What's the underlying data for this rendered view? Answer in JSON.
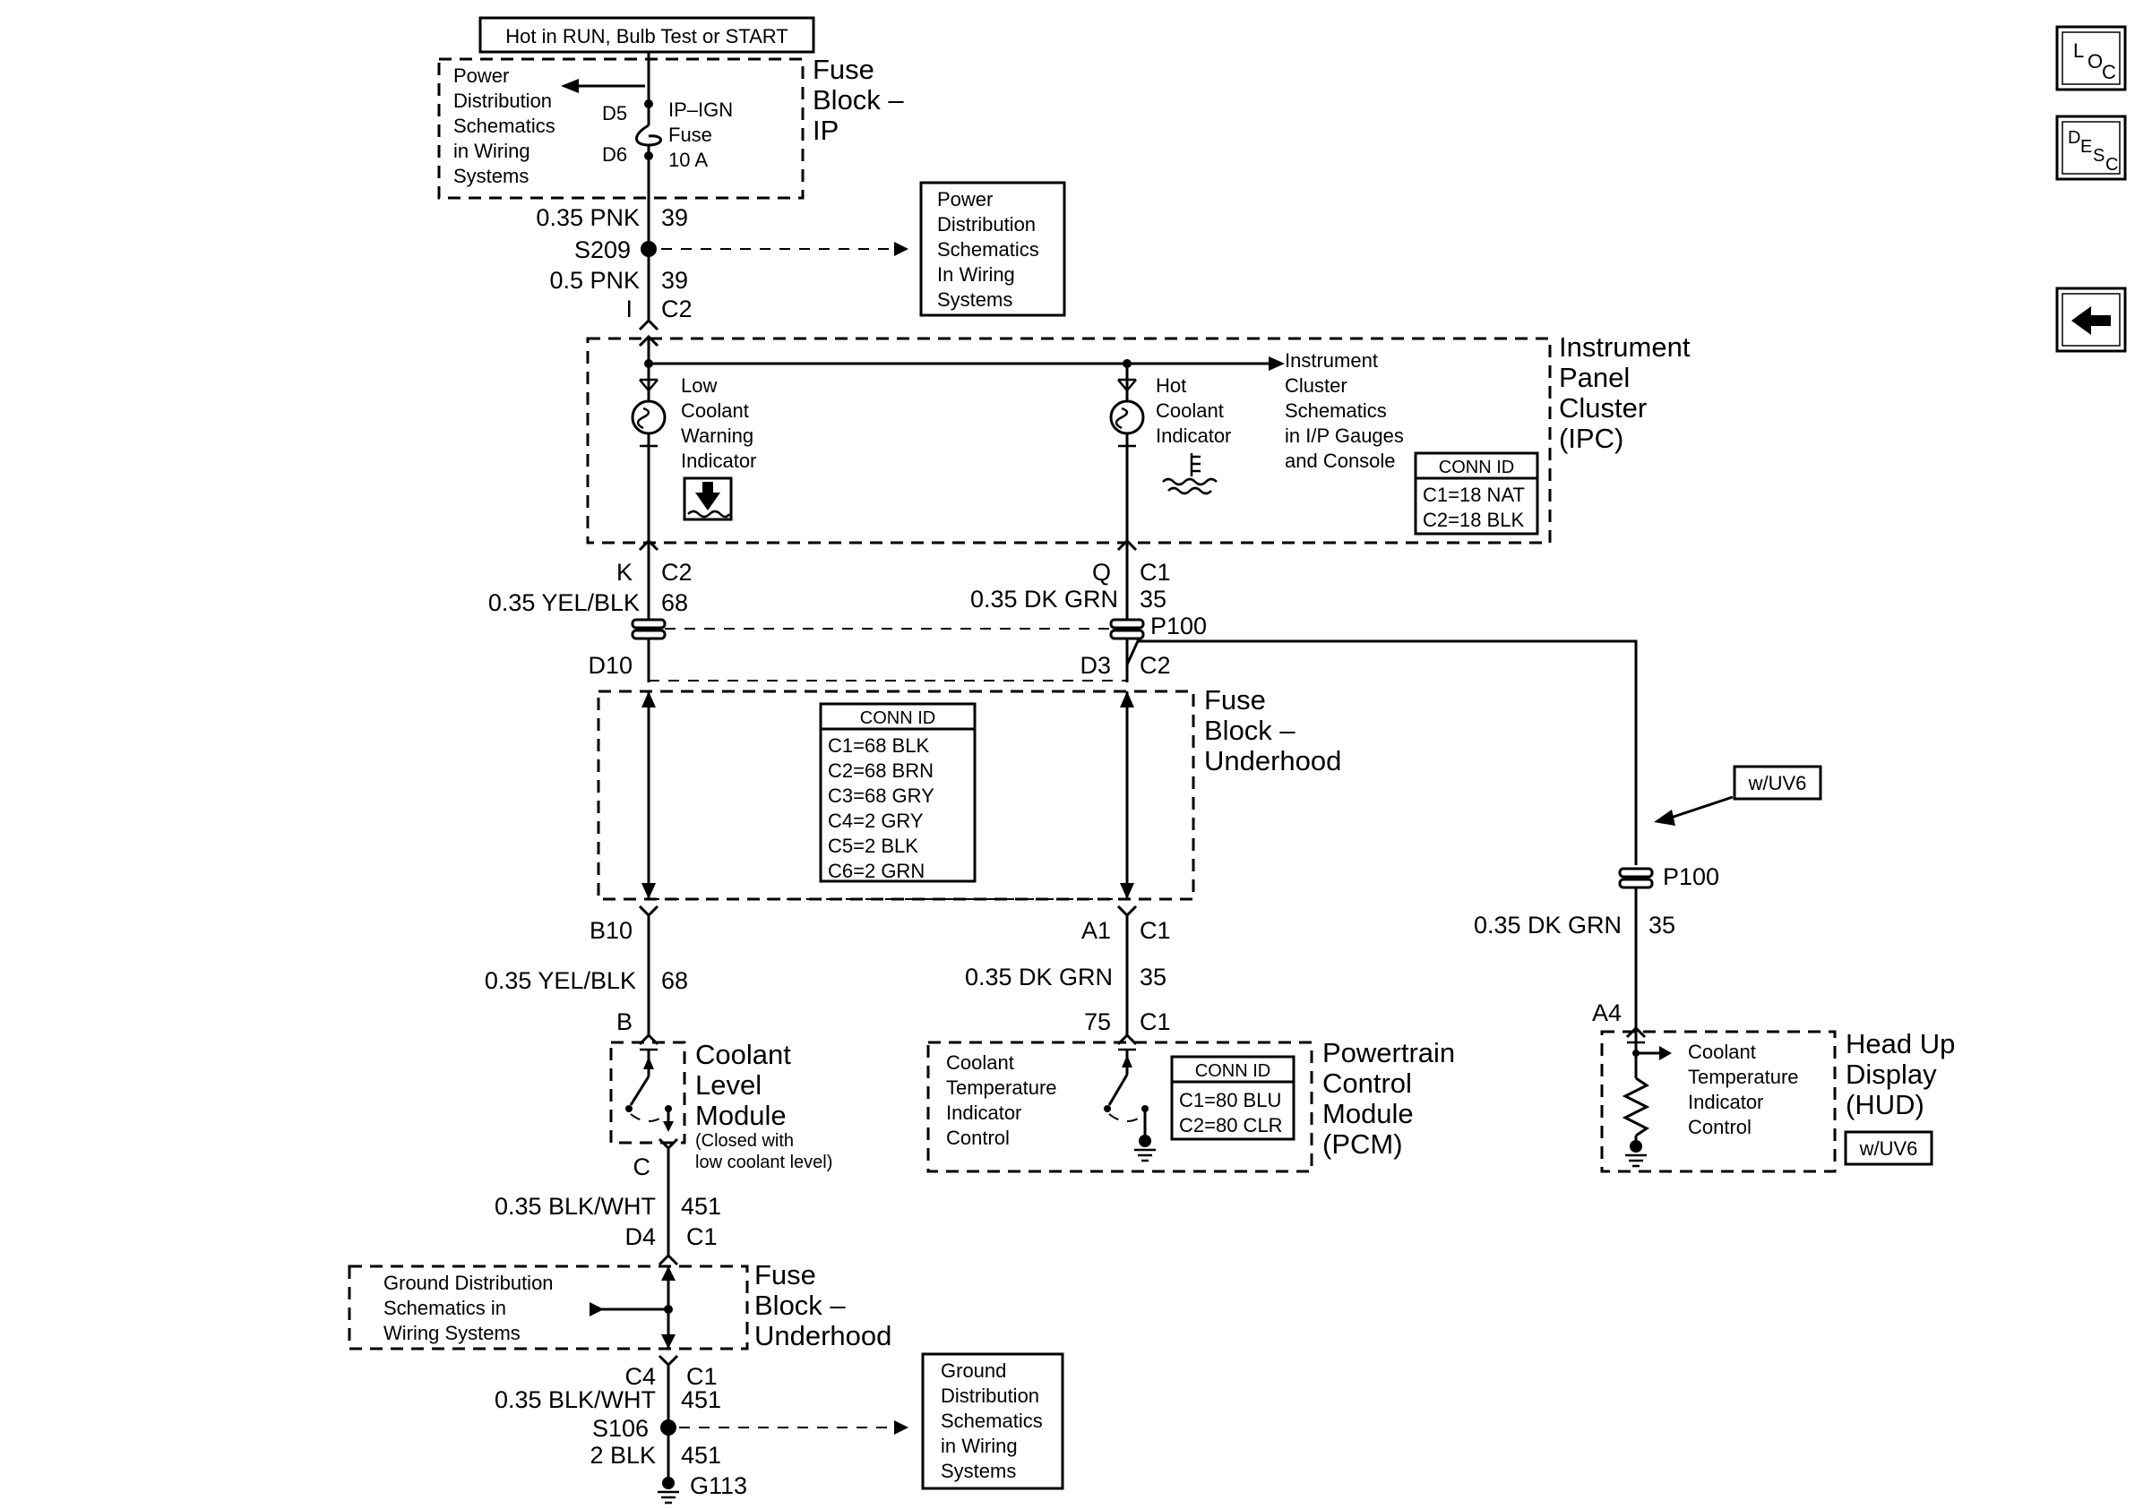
{
  "diagram": {
    "header": {
      "hot_label": "Hot in RUN, Bulb Test or START"
    },
    "fuse_block_ip": {
      "name": [
        "Fuse",
        "Block –",
        "IP"
      ],
      "power_ref": [
        "Power",
        "Distribution",
        "Schematics",
        "in Wiring",
        "Systems"
      ],
      "pin_top": "D5",
      "pin_bottom": "D6",
      "fuse": [
        "IP–IGN",
        "Fuse",
        "10 A"
      ]
    },
    "wires_top": {
      "w1_label": "0.35 PNK",
      "w1_circuit": "39",
      "splice": "S209",
      "w2_label": "0.5 PNK",
      "w2_circuit": "39",
      "conn_pin": "I",
      "conn": "C2"
    },
    "power_ref_right": [
      "Power",
      "Distribution",
      "Schematics",
      "In Wiring",
      "Systems"
    ],
    "ipc": {
      "name": [
        "Instrument",
        "Panel",
        "Cluster",
        "(IPC)"
      ],
      "low_coolant": [
        "Low",
        "Coolant",
        "Warning",
        "Indicator"
      ],
      "hot_coolant": [
        "Hot",
        "Coolant",
        "Indicator"
      ],
      "cluster_ref": [
        "Instrument",
        "Cluster",
        "Schematics",
        "in I/P Gauges",
        "and Console"
      ],
      "conn_id_title": "CONN ID",
      "conn_id": [
        "C1=18 NAT",
        "C2=18 BLK"
      ]
    },
    "mid_wires": {
      "left_pin": "K",
      "left_conn": "C2",
      "left_wire": "0.35 YEL/BLK",
      "left_circuit": "68",
      "right_pin": "Q",
      "right_conn": "C1",
      "right_wire": "0.35 DK GRN",
      "right_circuit": "35",
      "inline": "P100",
      "left_pin2": "D10",
      "right_pin2": "D3",
      "right_conn2": "C2"
    },
    "fuse_block_underhood": {
      "name": [
        "Fuse",
        "Block –",
        "Underhood"
      ],
      "conn_id_title": "CONN ID",
      "conn_id": [
        "C1=68 BLK",
        "C2=68 BRN",
        "C3=68 GRY",
        "C4=2 GRY",
        "C5=2 BLK",
        "C6=2 GRN"
      ],
      "left_pin": "B10",
      "right_pin": "A1",
      "right_conn": "C1"
    },
    "lower_wires": {
      "left_wire": "0.35 YEL/BLK",
      "left_circuit": "68",
      "right_wire": "0.35 DK GRN",
      "right_circuit": "35",
      "left_pin": "B",
      "right_pin": "75",
      "right_conn": "C1"
    },
    "hud_branch": {
      "option": "w/UV6",
      "inline": "P100",
      "wire": "0.35 DK GRN",
      "circuit": "35",
      "pin": "A4"
    },
    "coolant_level_module": {
      "name": [
        "Coolant",
        "Level",
        "Module"
      ],
      "note": [
        "(Closed with",
        "low coolant level)"
      ],
      "pin_out": "C"
    },
    "pcm": {
      "name": [
        "Powertrain",
        "Control",
        "Module",
        "(PCM)"
      ],
      "control": [
        "Coolant",
        "Temperature",
        "Indicator",
        "Control"
      ],
      "conn_id_title": "CONN ID",
      "conn_id": [
        "C1=80 BLU",
        "C2=80 CLR"
      ]
    },
    "hud": {
      "name": [
        "Head Up",
        "Display",
        "(HUD)"
      ],
      "control": [
        "Coolant",
        "Temperature",
        "Indicator",
        "Control"
      ],
      "option": "w/UV6"
    },
    "ground": {
      "w1_label": "0.35 BLK/WHT",
      "w1_circuit": "451",
      "pin": "D4",
      "conn": "C1",
      "ground_ref": [
        "Ground Distribution",
        "Schematics in",
        "Wiring Systems"
      ],
      "fb_name": [
        "Fuse",
        "Block –",
        "Underhood"
      ],
      "pin2": "C4",
      "conn2": "C1",
      "w2_label": "0.35 BLK/WHT",
      "w2_circuit": "451",
      "splice": "S106",
      "w3_label": "2 BLK",
      "w3_circuit": "451",
      "ground_point": "G113",
      "ground_ref_right": [
        "Ground",
        "Distribution",
        "Schematics",
        "in Wiring",
        "Systems"
      ]
    },
    "nav": {
      "loc": [
        "L",
        "O",
        "C"
      ],
      "desc": [
        "D",
        "E",
        "S",
        "C"
      ],
      "back_icon": "arrow-left-icon"
    }
  }
}
